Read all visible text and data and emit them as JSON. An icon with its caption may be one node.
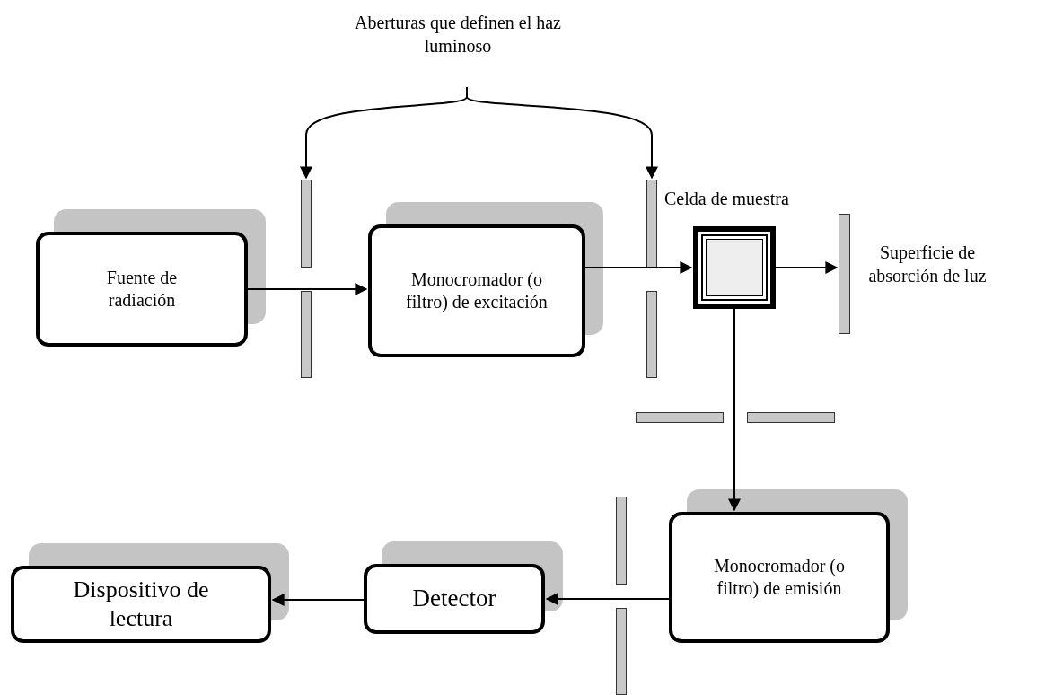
{
  "diagram": {
    "nodes": [
      {
        "text": [
          "Aberturas que definen el haz luminoso"
        ]
      },
      {
        "text": [
          "Fuente de radiación"
        ]
      },
      {
        "text": [],
        "shape": "bar"
      },
      {
        "text": [
          "Monocromador (o filtro) de excitación"
        ]
      },
      {
        "text": [],
        "shape": "bar"
      },
      {
        "text": [
          "Celda de muestra"
        ]
      },
      {
        "text": [],
        "shape": "bar",
        "beside": [
          "Superficie de absorción de luz"
        ]
      },
      {
        "text": [],
        "shape": "bar"
      },
      {
        "text": [
          "Monocromador (o filtro) de emisión"
        ]
      },
      {
        "text": [],
        "shape": "bar"
      },
      {
        "text": [
          "Detector"
        ]
      },
      {
        "text": [
          "Dispositivo de lectura"
        ]
      }
    ],
    "edges": [
      {
        "from": 0,
        "to": 2,
        "arrow": "to"
      },
      {
        "from": 0,
        "to": 4,
        "arrow": "to"
      },
      {
        "from": 1,
        "to": 3,
        "arrow": "to"
      },
      {
        "from": 3,
        "to": 5,
        "arrow": "to"
      },
      {
        "from": 5,
        "to": 6,
        "arrow": "to"
      },
      {
        "from": 5,
        "to": 8,
        "arrow": "to"
      },
      {
        "from": 8,
        "to": 10,
        "arrow": "to"
      },
      {
        "from": 10,
        "to": 11,
        "arrow": "to"
      }
    ]
  }
}
